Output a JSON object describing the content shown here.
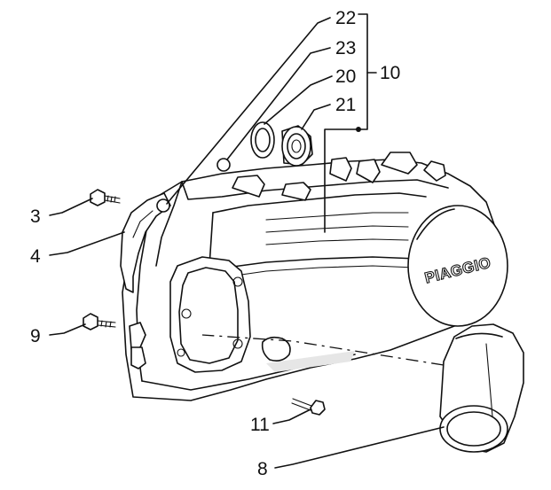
{
  "diagram": {
    "brand": "PIAGGIO",
    "callouts": {
      "c22": "22",
      "c23": "23",
      "c20": "20",
      "c21": "21",
      "c10": "10",
      "c3": "3",
      "c4": "4",
      "c9": "9",
      "c11": "11",
      "c8": "8"
    }
  }
}
